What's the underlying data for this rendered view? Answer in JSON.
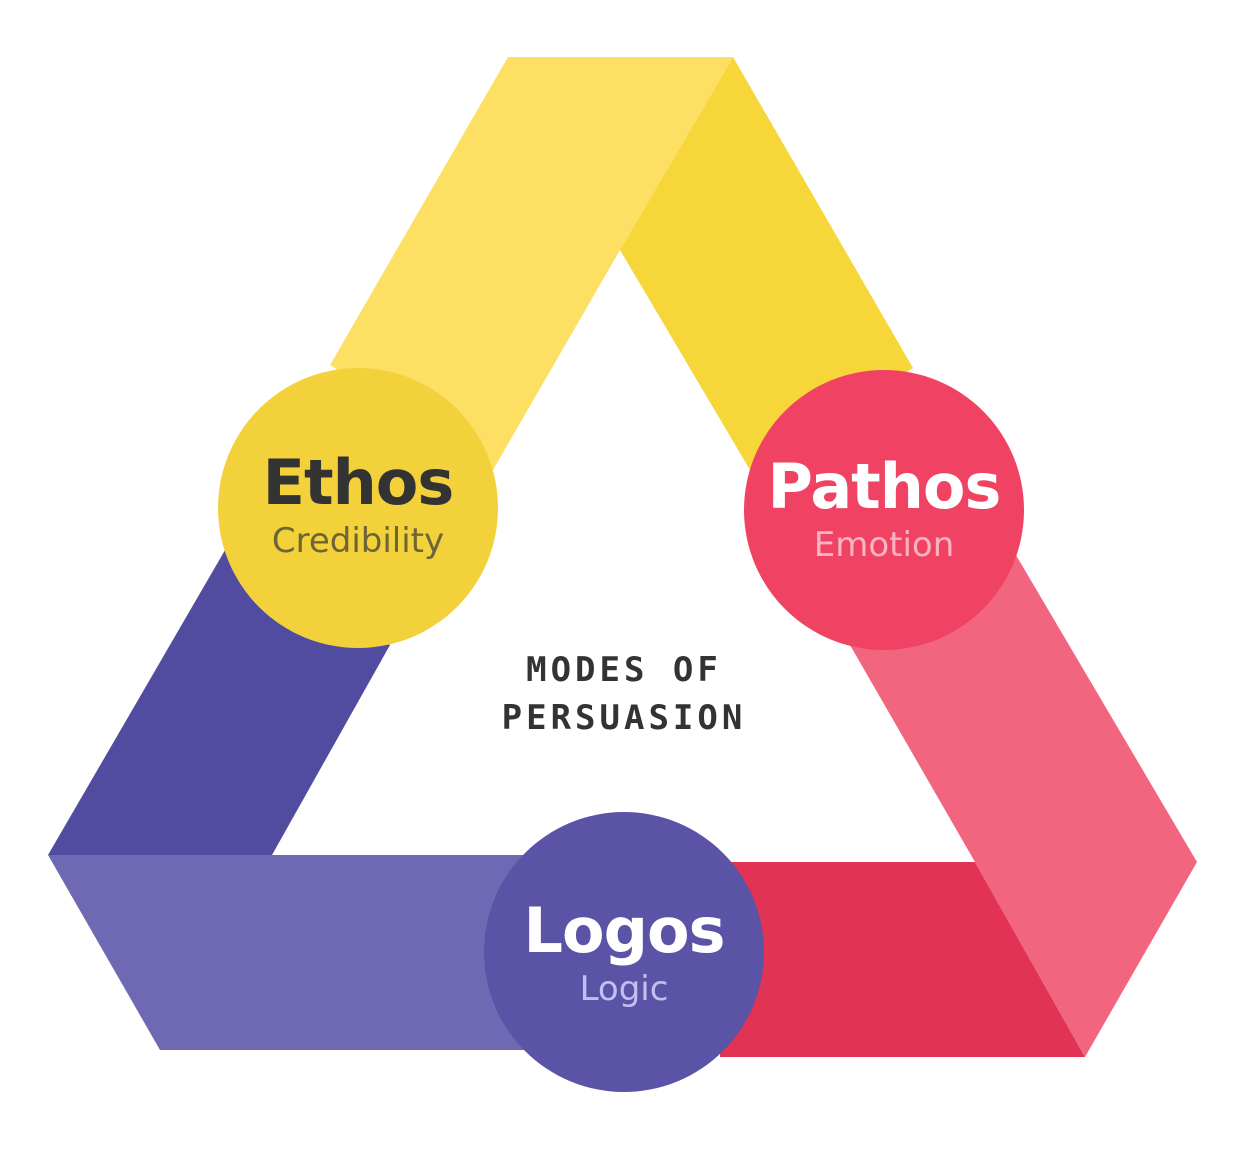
{
  "diagram": {
    "center_title_line1": "MODES OF",
    "center_title_line2": "PERSUASION",
    "nodes": [
      {
        "title": "Ethos",
        "subtitle": "Credibility",
        "color": "#F2D13B",
        "title_color": "#333333",
        "subtitle_color": "#6E6436"
      },
      {
        "title": "Pathos",
        "subtitle": "Emotion",
        "color": "#F04262",
        "title_color": "#FFFFFF",
        "subtitle_color": "#F8B4C2"
      },
      {
        "title": "Logos",
        "subtitle": "Logic",
        "color": "#5A53A6",
        "title_color": "#FFFFFF",
        "subtitle_color": "#C3BFF0"
      }
    ],
    "band_colors": {
      "yellow_light": "#FDE063",
      "yellow_dark": "#F7D63A",
      "purple_dark": "#514C9F",
      "purple_light": "#6E69B2",
      "crimson": "#E33354",
      "pink": "#F2657F"
    }
  }
}
